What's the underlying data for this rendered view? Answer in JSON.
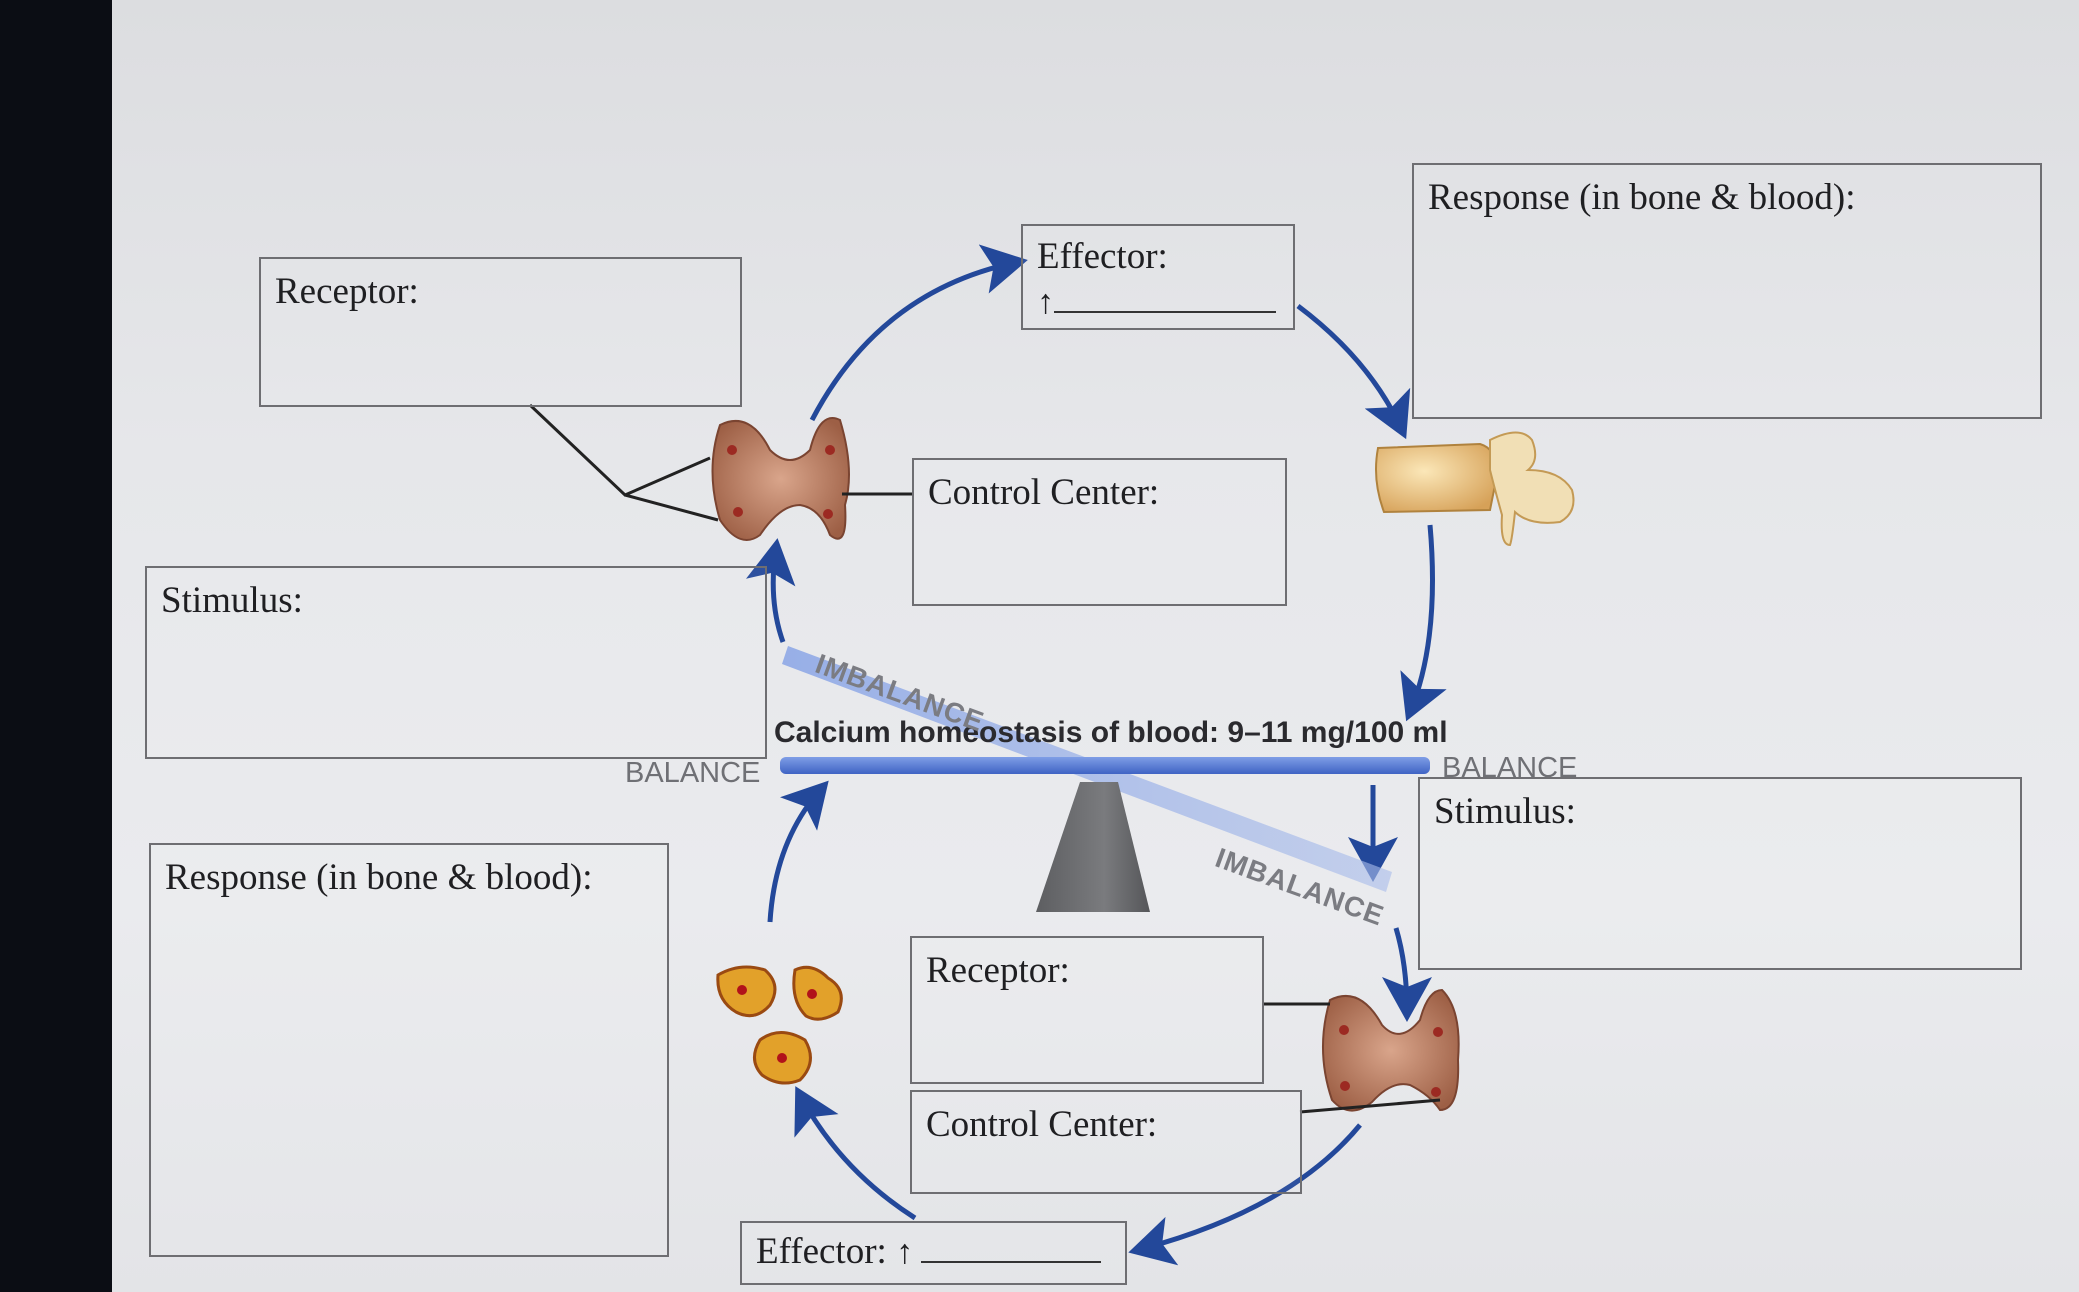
{
  "diagram": {
    "title": "Calcium homeostasis of blood: 9–11 mg/100 ml",
    "balance_left": "BALANCE",
    "balance_right": "BALANCE",
    "imbalance_top": "IMBALANCE",
    "imbalance_bottom": "IMBALANCE"
  },
  "upper_loop": {
    "receptor_label": "Receptor:",
    "effector_label": "Effector:",
    "effector_arrow": "↑",
    "control_center_label": "Control Center:",
    "stimulus_label": "Stimulus:",
    "response_label": "Response (in bone & blood):"
  },
  "lower_loop": {
    "stimulus_label": "Stimulus:",
    "receptor_label": "Receptor:",
    "control_center_label": "Control Center:",
    "effector_label": "Effector:",
    "effector_arrow": "↑",
    "response_label": "Response (in bone & blood):"
  },
  "colors": {
    "arrow": "#23489a",
    "box_border": "#6e6e72",
    "seesaw_bar": "#5b7fd6",
    "fulcrum": "#6d6e70"
  },
  "icons": [
    "thyroid-gland-icon",
    "vertebra-bone-icon",
    "bone-fragments-icon"
  ]
}
